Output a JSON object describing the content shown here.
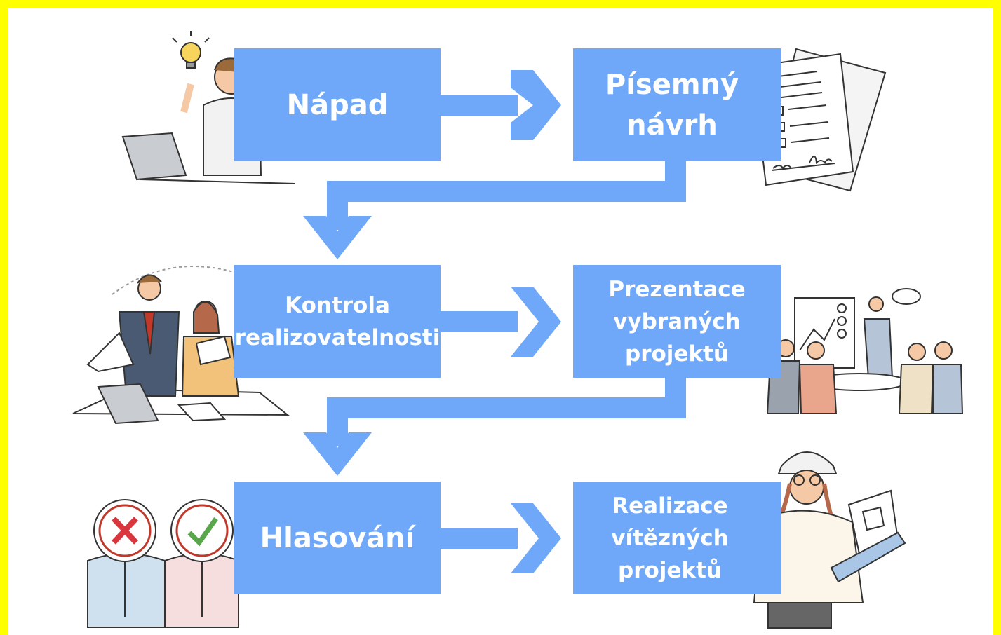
{
  "colors": {
    "frame": "#ffff00",
    "box": "#6fa8f8",
    "arrow": "#6fa8f8",
    "text": "#ffffff"
  },
  "steps": {
    "napad": {
      "line1": "Nápad"
    },
    "pisemny": {
      "line1": "Písemný",
      "line2": "návrh"
    },
    "kontrola": {
      "line1": "Kontrola",
      "line2": "realizovatelnosti"
    },
    "prezentace": {
      "line1": "Prezentace",
      "line2": "vybraných",
      "line3": "projektů"
    },
    "hlasovani": {
      "line1": "Hlasování"
    },
    "realizace": {
      "line1": "Realizace",
      "line2": "vítězných",
      "line3": "projektů"
    }
  },
  "icons": [
    "idea-person-laptop-icon",
    "signed-document-icon",
    "colleagues-reviewing-papers-icon",
    "presentation-meeting-icon",
    "voting-signs-icon",
    "engineer-with-blueprint-icon"
  ]
}
